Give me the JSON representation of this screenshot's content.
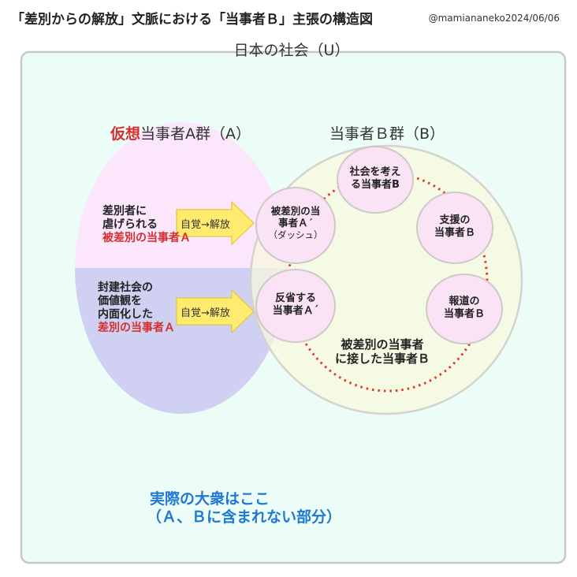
{
  "header": {
    "title": "「差別からの解放」文脈における「当事者Ｂ」主張の構造図",
    "credit": "@mamiananeko2024/06/06"
  },
  "universe": {
    "label": "日本の社会（U）"
  },
  "group_a": {
    "label_accent": "仮想",
    "label_rest": "当事者A群（A）",
    "upper": {
      "line1": "差別者に",
      "line2": "虐げられる",
      "line3": "被差別の当事者Ａ"
    },
    "lower": {
      "line1": "封建社会の",
      "line2": "価値観を",
      "line3": "内面化した",
      "line4": "差別の当事者Ａ"
    },
    "arrow_label": "自覚→解放"
  },
  "group_b": {
    "label": "当事者Ｂ群（B）",
    "center": {
      "line1": "被差別の当事者",
      "line2": "に接した当事者Ｂ"
    },
    "bubbles": {
      "dash": {
        "line1": "被差別の当",
        "line2": "事者Ａ´",
        "line3": "（ダッシュ）"
      },
      "reflect": {
        "line1": "反省する",
        "line2": "当事者Ａ´"
      },
      "society": {
        "line1": "社会を考え",
        "line2": "る当事者B"
      },
      "support": {
        "line1": "支援の",
        "line2": "当事者Ｂ"
      },
      "report": {
        "line1": "報道の",
        "line2": "当事者Ｂ"
      }
    }
  },
  "public": {
    "line1": "実際の大衆はここ",
    "line2": "（Ａ、Ｂに含まれない部分）"
  },
  "colors": {
    "universe_fill": "#ecfdf8",
    "a_upper": "#fbe6fb",
    "a_lower": "#d0d0f2",
    "b_fill": "#f7f8dc",
    "bubble_fill": "#fbe3f6",
    "arrow_fill": "#ffeb6e",
    "dotted_ring": "#e0392b",
    "accent_red": "#d42f2f",
    "accent_blue": "#1f78d1"
  }
}
